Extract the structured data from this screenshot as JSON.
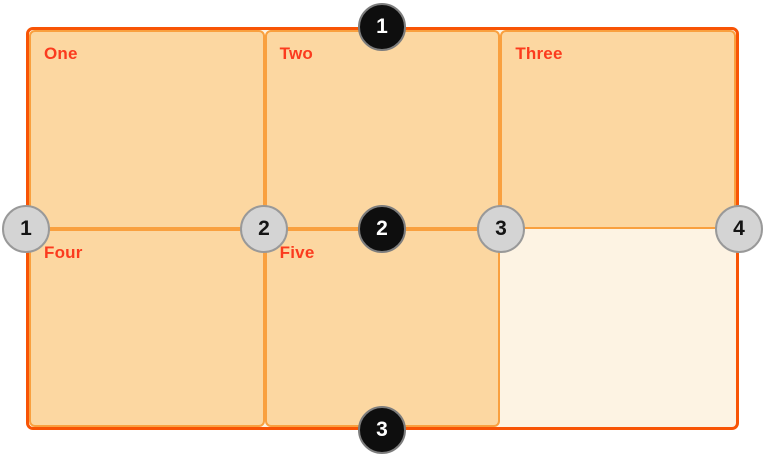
{
  "grid": {
    "columns": 3,
    "rows": 2,
    "cells": [
      {
        "label": "One"
      },
      {
        "label": "Two"
      },
      {
        "label": "Three"
      },
      {
        "label": "Four"
      },
      {
        "label": "Five"
      }
    ],
    "row_lines": [
      {
        "number": "1"
      },
      {
        "number": "2"
      },
      {
        "number": "3"
      }
    ],
    "column_lines": [
      {
        "number": "1"
      },
      {
        "number": "2"
      },
      {
        "number": "3"
      },
      {
        "number": "4"
      }
    ]
  },
  "colors": {
    "page_bg": "#ffffff",
    "container_border": "#f85405",
    "container_bg": "#fdf3e3",
    "item_bg": "#fcd7a1",
    "item_border": "#f9a03f",
    "label_color": "#fb3b1e",
    "badge_black_bg": "#0e0e0e",
    "badge_black_text": "#ffffff",
    "badge_black_border": "#7d7d7d",
    "badge_gray_bg": "#d4d4d4",
    "badge_gray_text": "#141414",
    "badge_gray_border": "#999999"
  }
}
